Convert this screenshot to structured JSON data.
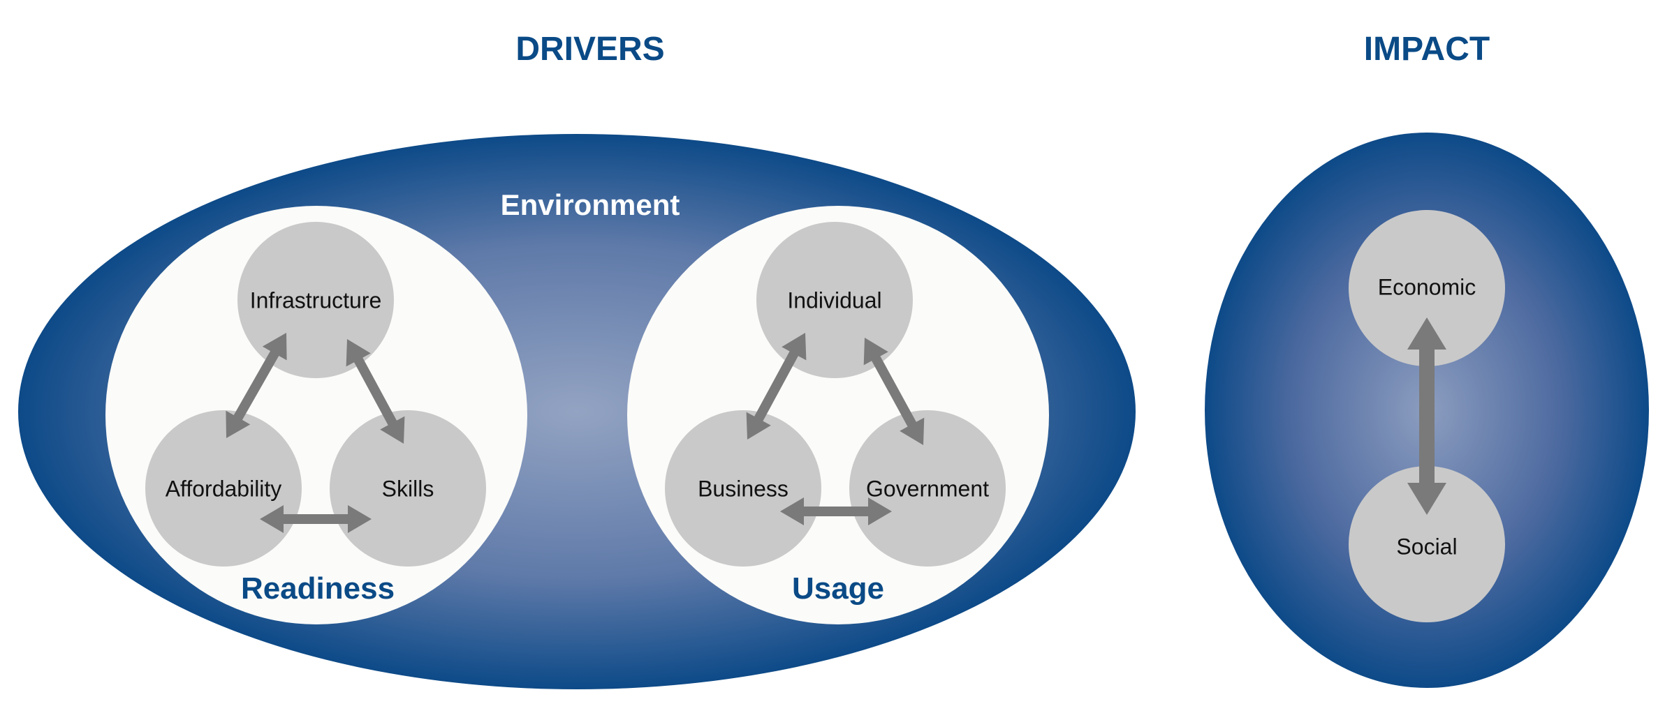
{
  "headings": {
    "drivers": "DRIVERS",
    "impact": "IMPACT"
  },
  "environment": {
    "label": "Environment"
  },
  "readiness": {
    "label": "Readiness",
    "nodes": {
      "infrastructure": "Infrastructure",
      "affordability": "Affordability",
      "skills": "Skills"
    }
  },
  "usage": {
    "label": "Usage",
    "nodes": {
      "individual": "Individual",
      "business": "Business",
      "government": "Government"
    }
  },
  "impact": {
    "nodes": {
      "economic": "Economic",
      "social": "Social"
    }
  },
  "colors": {
    "brand_blue": "#0a4a86",
    "ellipse_outer": "#0d4a88",
    "ellipse_center": "#93a3c2",
    "node_fill": "#c9c9c9",
    "arrow": "#7a7a7a",
    "inner_circle": "#fbfbf9"
  }
}
